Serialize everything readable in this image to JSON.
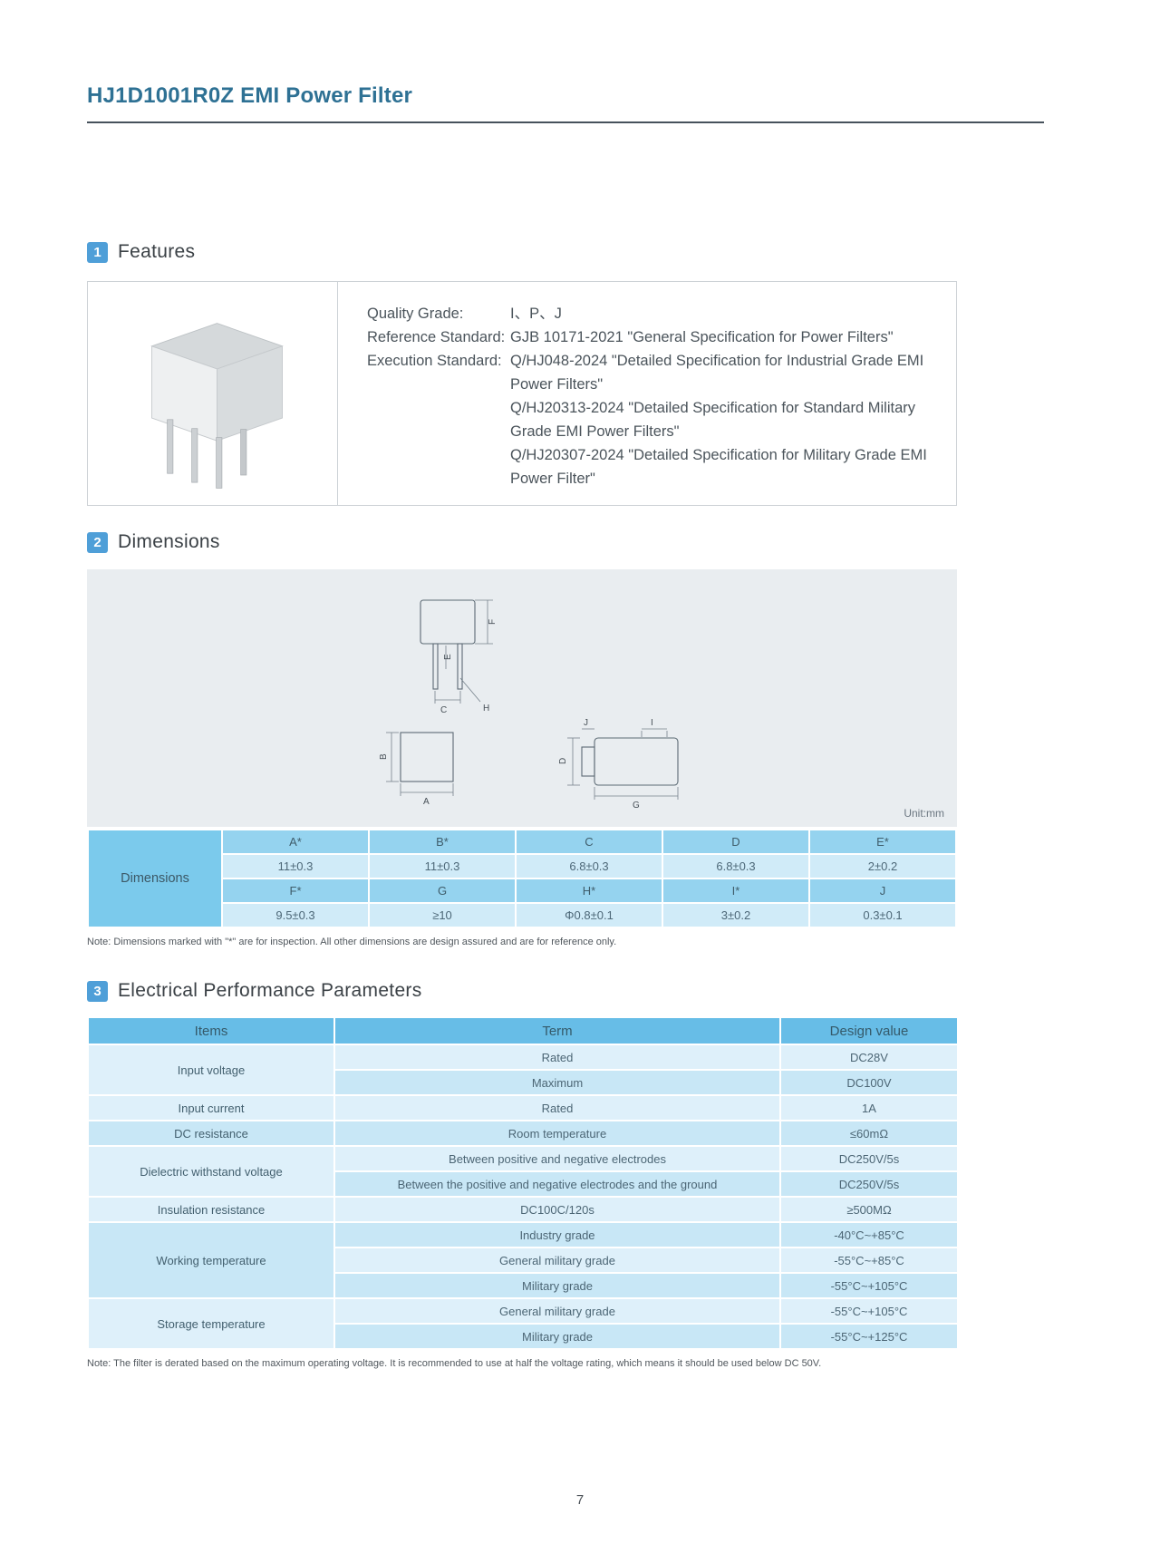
{
  "page": {
    "title": "HJ1D1001R0Z EMI Power Filter",
    "number": "7"
  },
  "features": {
    "badge": "1",
    "heading": "Features",
    "quality": {
      "label": "Quality Grade:",
      "value": "I、P、J"
    },
    "reference": {
      "label": "Reference Standard:",
      "value": "GJB 10171-2021 \"General Specification for Power Filters\""
    },
    "execution": {
      "label": "Execution Standard:",
      "items": [
        "Q/HJ048-2024 \"Detailed Specification for Industrial Grade EMI Power Filters\"",
        "Q/HJ20313-2024 \"Detailed Specification for Standard Military Grade EMI Power Filters\"",
        "Q/HJ20307-2024 \"Detailed Specification for Military Grade EMI Power Filter\""
      ]
    }
  },
  "dimensions": {
    "badge": "2",
    "heading": "Dimensions",
    "unit": "Unit:mm",
    "row_label": "Dimensions",
    "drawing_labels": {
      "A": "A",
      "B": "B",
      "C": "C",
      "D": "D",
      "E": "E",
      "F": "F",
      "G": "G",
      "H": "H",
      "I": "I",
      "J": "J"
    },
    "header_row1": [
      "A*",
      "B*",
      "C",
      "D",
      "E*"
    ],
    "value_row1": [
      "11±0.3",
      "11±0.3",
      "6.8±0.3",
      "6.8±0.3",
      "2±0.2"
    ],
    "header_row2": [
      "F*",
      "G",
      "H*",
      "I*",
      "J"
    ],
    "value_row2": [
      "9.5±0.3",
      "≥10",
      "Φ0.8±0.1",
      "3±0.2",
      "0.3±0.1"
    ],
    "note": "Note: Dimensions marked with \"*\" are for inspection. All other dimensions are design assured and are for reference only."
  },
  "electrical": {
    "badge": "3",
    "heading": "Electrical Performance Parameters",
    "headers": [
      "Items",
      "Term",
      "Design value"
    ],
    "rows": [
      {
        "item": "Input voltage",
        "term": "Rated",
        "value": "DC28V"
      },
      {
        "term": "Maximum",
        "value": "DC100V"
      },
      {
        "item": "Input current",
        "term": "Rated",
        "value": "1A"
      },
      {
        "item": "DC resistance",
        "term": "Room temperature",
        "value": "≤60mΩ"
      },
      {
        "item": "Dielectric withstand voltage",
        "term": "Between positive and negative electrodes",
        "value": "DC250V/5s"
      },
      {
        "term": "Between the positive and negative electrodes and the ground",
        "value": "DC250V/5s"
      },
      {
        "item": "Insulation resistance",
        "term": "DC100C/120s",
        "value": "≥500MΩ"
      },
      {
        "item": "Working temperature",
        "term": "Industry grade",
        "value": "-40°C~+85°C"
      },
      {
        "term": "General military grade",
        "value": "-55°C~+85°C"
      },
      {
        "term": "Military grade",
        "value": "-55°C~+105°C"
      },
      {
        "item": "Storage temperature",
        "term": "General military grade",
        "value": "-55°C~+105°C"
      },
      {
        "term": "Military grade",
        "value": "-55°C~+125°C"
      }
    ],
    "note": "Note: The filter is derated based on the maximum operating voltage. It is recommended to use at half the voltage rating, which means it should be used below DC 50V."
  }
}
